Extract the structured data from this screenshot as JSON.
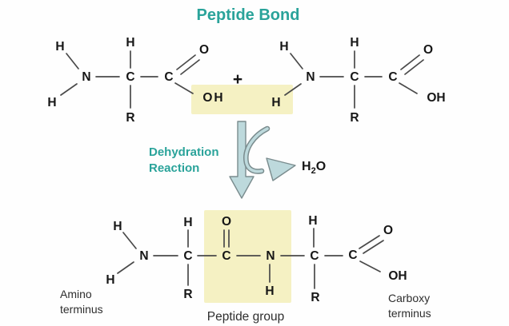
{
  "title": "Peptide Bond",
  "colors": {
    "teal": "#2aa39a",
    "highlight": "#f5f1c3",
    "arrow_fill": "#bdd9dc",
    "arrow_stroke": "#7a8c8e",
    "bond": "#4a4a4a",
    "ink": "#161616",
    "label": "#2e2e2e"
  },
  "reaction": {
    "plus": "+",
    "dehydration": [
      "Dehydration",
      "Reaction"
    ],
    "water": {
      "h": "H",
      "sub": "2",
      "o": "O"
    }
  },
  "labels": {
    "amino_terminus": [
      "Amino",
      "terminus"
    ],
    "carboxy_terminus": [
      "Carboxy",
      "terminus"
    ],
    "peptide_group": "Peptide group"
  },
  "structures": {
    "aa1": {
      "h1": "H",
      "n": "N",
      "h2": "H",
      "h3": "H",
      "ca": "C",
      "r": "R",
      "c": "C",
      "o": "O",
      "oh": "OH"
    },
    "aa2": {
      "h1": "H",
      "n": "N",
      "h2": "H",
      "h3": "H",
      "ca": "C",
      "r": "R",
      "c": "C",
      "o": "O",
      "oh": "OH"
    },
    "dipeptide": {
      "h1": "H",
      "n1": "N",
      "h2": "H",
      "h3": "H",
      "ca1": "C",
      "r1": "R",
      "c1": "C",
      "o1": "O",
      "n2": "N",
      "h4": "H",
      "h5": "H",
      "ca2": "C",
      "r2": "R",
      "c2": "C",
      "o2": "O",
      "oh": "OH"
    }
  }
}
